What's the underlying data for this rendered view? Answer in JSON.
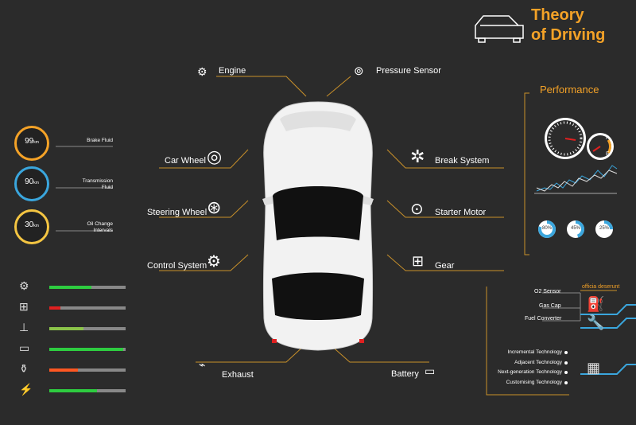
{
  "title": {
    "line1": "Theory",
    "line2": "of Driving"
  },
  "callouts": {
    "engine": "Engine",
    "pressure_sensor": "Pressure Sensor",
    "car_wheel": "Car Wheel",
    "break_system": "Break System",
    "steering_wheel": "Steering Wheel",
    "starter_motor": "Starter Motor",
    "control_system": "Control System",
    "gear": "Gear",
    "exhaust": "Exhaust",
    "battery": "Battery"
  },
  "gauges": [
    {
      "label": "Brake Fluid",
      "value": "99",
      "unit": "km",
      "color": "#f4a227"
    },
    {
      "label": "Transmission Fluid",
      "value": "90",
      "unit": "km",
      "color": "#3aa6dd"
    },
    {
      "label": "Oil Change Intervals",
      "value": "30",
      "unit": "km",
      "color": "#f4c542"
    }
  ],
  "performance": {
    "heading": "Performance",
    "fuel_full": "F",
    "fuel_empty": "E",
    "donuts": [
      {
        "label": "80%",
        "value": 0.8
      },
      {
        "label": "45%",
        "value": 0.45
      },
      {
        "label": "25%",
        "value": 0.25
      }
    ]
  },
  "status_bars": [
    {
      "icon": "engine-icon",
      "level": 0.55,
      "color": "#2ecc40"
    },
    {
      "icon": "chassis-icon",
      "level": 0.15,
      "color": "#e02020"
    },
    {
      "icon": "piston-icon",
      "level": 0.45,
      "color": "#8bc34a"
    },
    {
      "icon": "battery-icon",
      "level": 0.97,
      "color": "#2ecc40"
    },
    {
      "icon": "oil-can-icon",
      "level": 0.37,
      "color": "#ff5722"
    },
    {
      "icon": "spark-plug-icon",
      "level": 0.63,
      "color": "#2ecc40"
    }
  ],
  "fuel_panel": {
    "header": "officia deserunt",
    "items": [
      "O2 Sensor",
      "Gas Cap",
      "Fuel Converter"
    ]
  },
  "technology": [
    "Incremental Technology",
    "Adjacent Technology",
    "Next-generation Technology",
    "Customising Technology"
  ],
  "colors": {
    "accent": "#f4a227",
    "blue": "#3aa6dd",
    "background": "#2b2b2b"
  }
}
